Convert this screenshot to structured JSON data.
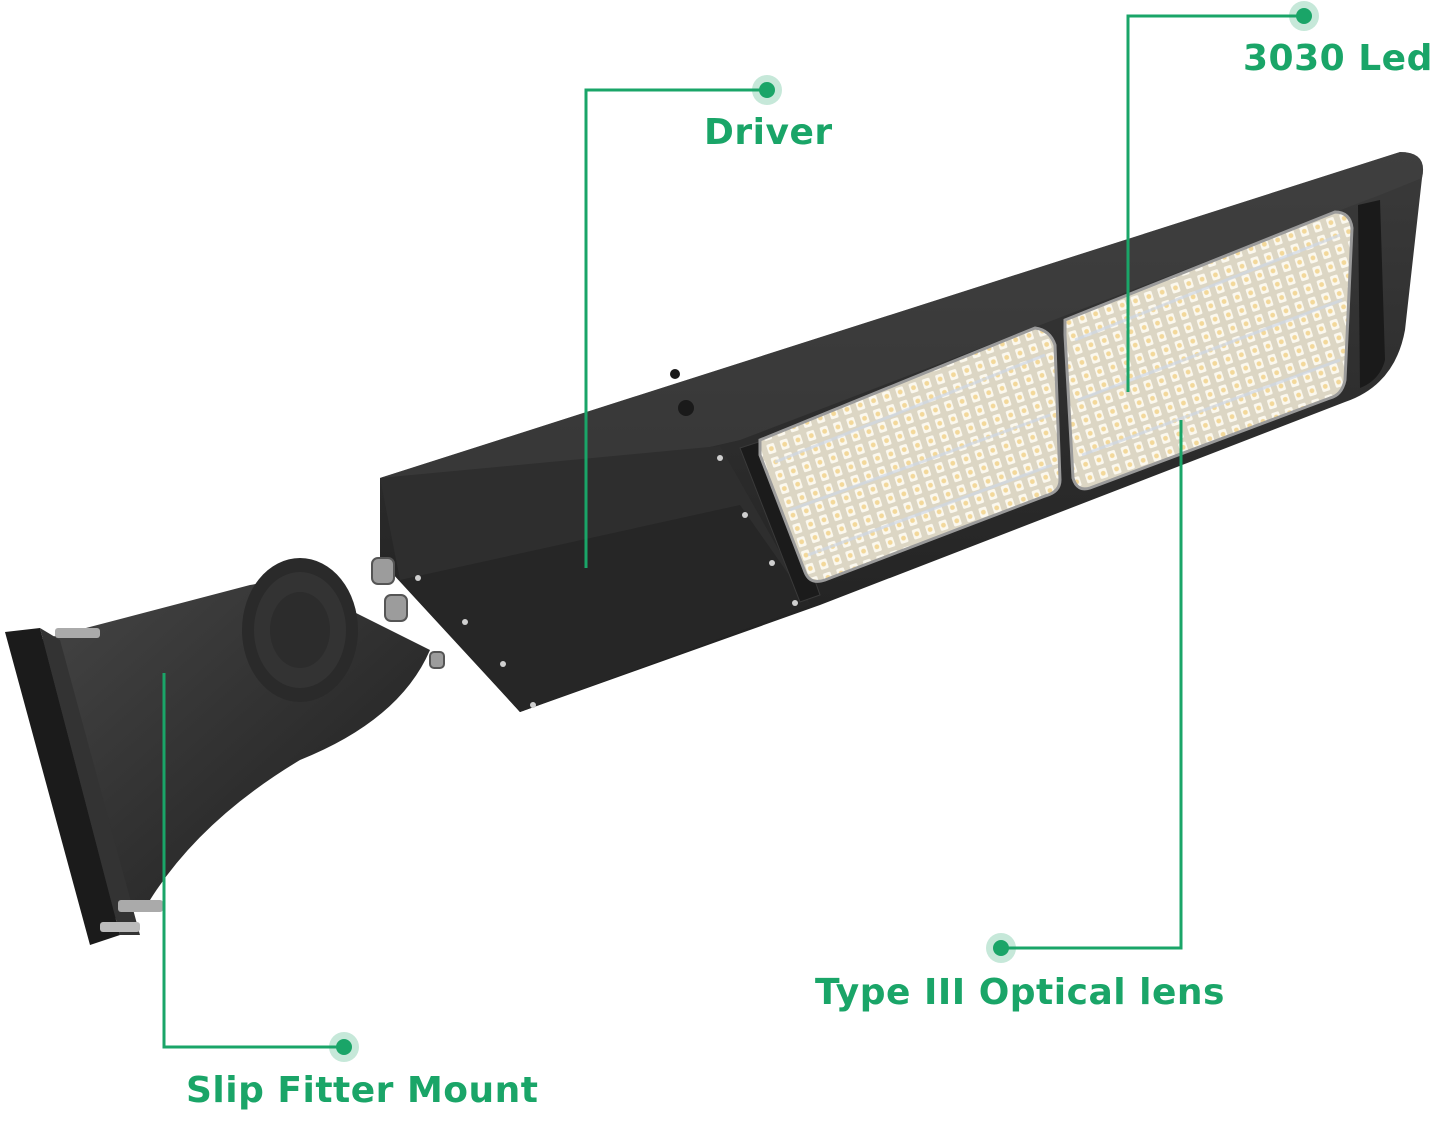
{
  "accent_color": "#1aa568",
  "product": {
    "body_color": "#2b2b2b",
    "led_panel_color": "#e9e4d4"
  },
  "callouts": [
    {
      "id": "driver",
      "label": "Driver"
    },
    {
      "id": "led",
      "label": "3030 Led"
    },
    {
      "id": "lens",
      "label": "Type III Optical lens"
    },
    {
      "id": "mount",
      "label": "Slip Fitter Mount"
    }
  ]
}
